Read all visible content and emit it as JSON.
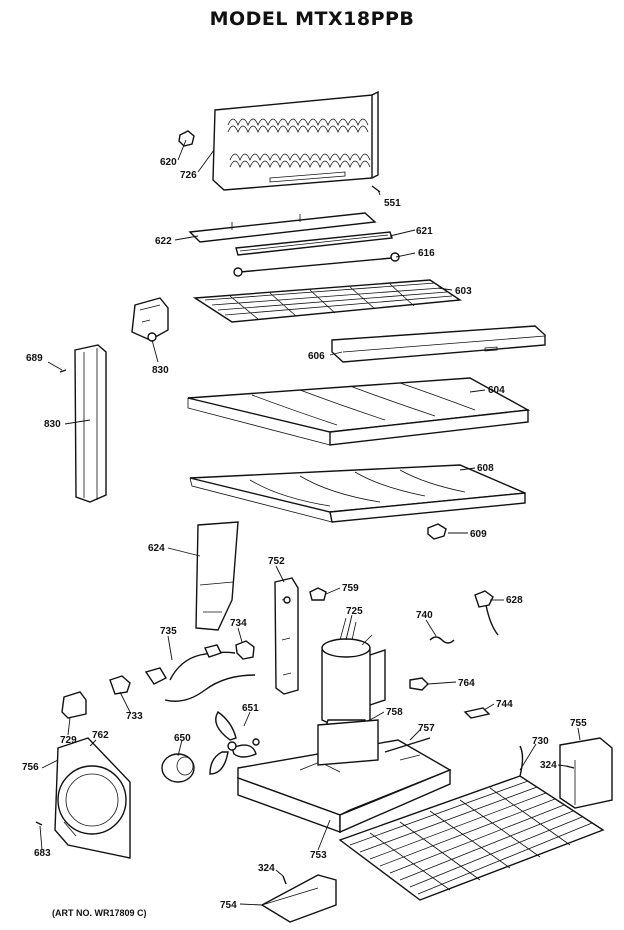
{
  "title": "MODEL MTX18PPB",
  "art_no": "(ART NO. WR17809 C)",
  "callouts": {
    "c620": "620",
    "c726": "726",
    "c551": "551",
    "c622": "622",
    "c621": "621",
    "c616": "616",
    "c603": "603",
    "c606": "606",
    "c689": "689",
    "c830a": "830",
    "c830b": "830",
    "c604": "604",
    "c608": "608",
    "c609": "609",
    "c624": "624",
    "c752": "752",
    "c759": "759",
    "c725": "725",
    "c740": "740",
    "c628": "628",
    "c735": "735",
    "c734": "734",
    "c764": "764",
    "c744": "744",
    "c733": "733",
    "c758": "758",
    "c757": "757",
    "c729": "729",
    "c762": "762",
    "c651": "651",
    "c650": "650",
    "c755": "755",
    "c730": "730",
    "c756": "756",
    "c324a": "324",
    "c683": "683",
    "c753": "753",
    "c324b": "324",
    "c754": "754"
  }
}
